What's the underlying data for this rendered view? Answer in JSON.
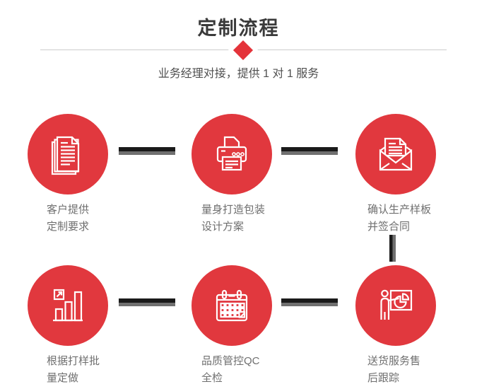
{
  "header": {
    "title": "定制流程",
    "subtitle": "业务经理对接，提供 1 对 1 服务"
  },
  "colors": {
    "accent_red": "#e1383e",
    "diamond_red": "#e4333a",
    "title_text": "#3a3a3a",
    "subtitle_text": "#4f4f4f",
    "label_text": "#6f6f6f",
    "divider_gray": "#cccccc",
    "connector_black": "#1a1a1a",
    "connector_gray": "#707070",
    "icon_stroke": "#ffffff"
  },
  "steps": [
    {
      "icon": "documents-icon",
      "line1": "客户提供",
      "line2": "定制要求"
    },
    {
      "icon": "printer-icon",
      "line1": "量身打造包装",
      "line2": "设计方案"
    },
    {
      "icon": "envelope-icon",
      "line1": "确认生产样板",
      "line2": "并签合同"
    },
    {
      "icon": "bar-chart-icon",
      "line1": "根据打样批",
      "line2": "量定做"
    },
    {
      "icon": "calendar-icon",
      "line1": "品质管控QC",
      "line2": "全检"
    },
    {
      "icon": "presentation-icon",
      "line1": "送货服务售",
      "line2": "后跟踪"
    }
  ]
}
